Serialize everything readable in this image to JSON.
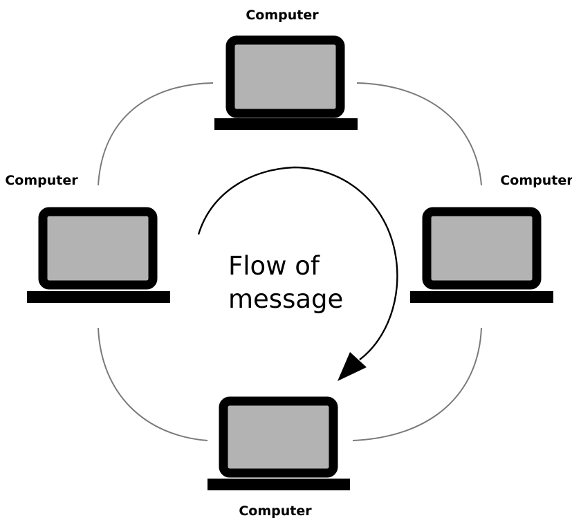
{
  "diagram": {
    "nodes": [
      {
        "id": "top",
        "label": "Computer"
      },
      {
        "id": "left",
        "label": "Computer"
      },
      {
        "id": "right",
        "label": "Computer"
      },
      {
        "id": "bottom",
        "label": "Computer"
      }
    ],
    "flow_label": {
      "line1": "Flow of",
      "line2": "message"
    },
    "colors": {
      "screen": "#b3b3b3",
      "frame": "#000000",
      "link": "#7a7a7a",
      "arrow": "#000000"
    },
    "icons": {
      "node": "laptop-icon",
      "flow": "curved-arrow-icon"
    }
  }
}
